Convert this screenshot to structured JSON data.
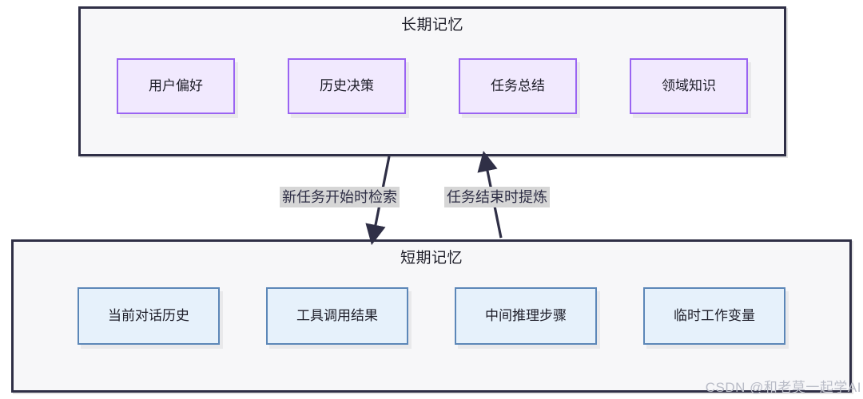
{
  "diagram": {
    "long_term": {
      "title": "长期记忆",
      "items": [
        {
          "label": "用户偏好"
        },
        {
          "label": "历史决策"
        },
        {
          "label": "任务总结"
        },
        {
          "label": "领域知识"
        }
      ]
    },
    "short_term": {
      "title": "短期记忆",
      "items": [
        {
          "label": "当前对话历史"
        },
        {
          "label": "工具调用结果"
        },
        {
          "label": "中间推理步骤"
        },
        {
          "label": "临时工作变量"
        }
      ]
    },
    "edges": [
      {
        "label": "新任务开始时检索",
        "direction": "long-term-to-short-term"
      },
      {
        "label": "任务结束时提炼",
        "direction": "short-term-to-long-term"
      }
    ]
  },
  "watermark": {
    "text": "CSDN @和老莫一起学AI"
  },
  "colors": {
    "container_border": "#2f2f46",
    "container_fill": "#f7f7f9",
    "long_term_chip_border": "#9a64f2",
    "long_term_chip_fill": "#f1e9fe",
    "short_term_chip_border": "#5c87b8",
    "short_term_chip_fill": "#e6f1fb",
    "edge_label_bg": "#d6d6d6",
    "edge_stroke": "#2f2f46",
    "page_bg": "#ffffff"
  }
}
